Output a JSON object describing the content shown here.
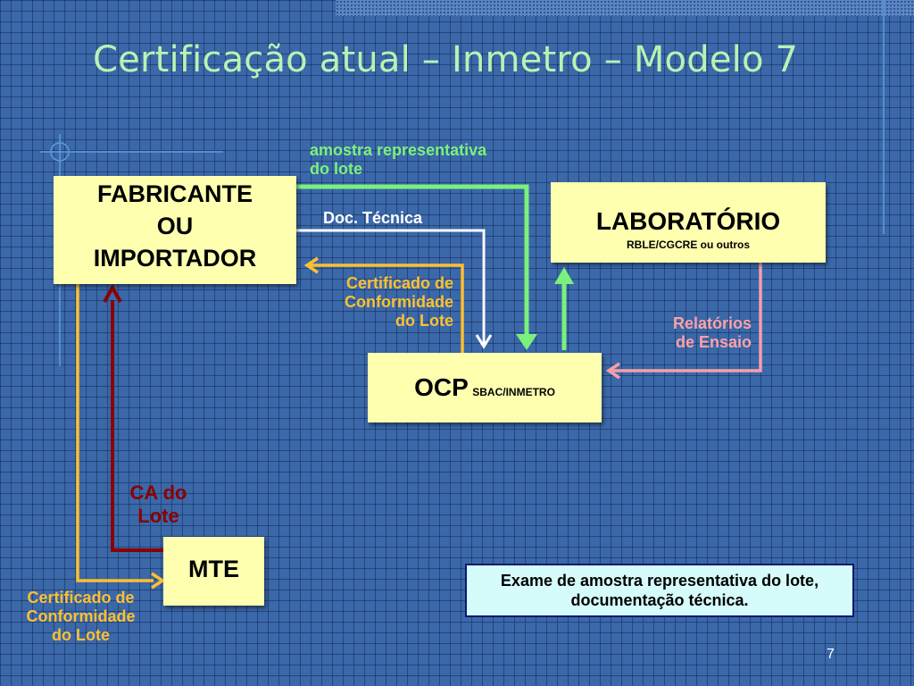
{
  "slide": {
    "title": "Certificação atual – Inmetro – Modelo 7",
    "page_number": "7"
  },
  "nodes": {
    "fabricante": {
      "line1": "FABRICANTE",
      "line2": "OU",
      "line3": "IMPORTADOR"
    },
    "laboratorio": {
      "title": "LABORATÓRIO",
      "subtitle": "RBLE/CGCRE ou outros"
    },
    "ocp": {
      "title": "OCP",
      "subtitle": "SBAC/INMETRO"
    },
    "mte": {
      "title": "MTE"
    }
  },
  "edges": {
    "amostra": {
      "line1": "amostra  representativa",
      "line2": "do lote"
    },
    "doc_tecnica": {
      "text": "Doc.  Técnica"
    },
    "certificado_ocp": {
      "line1": "Certificado de",
      "line2": "Conformidade",
      "line3": "do Lote"
    },
    "relatorios": {
      "line1": "Relatórios",
      "line2": "de Ensaio"
    },
    "ca_lote": {
      "line1": "CA do",
      "line2": "Lote"
    },
    "certificado_mte": {
      "line1": "Certificado de",
      "line2": "Conformidade",
      "line3": "do Lote"
    }
  },
  "note": {
    "text": "Exame de amostra representativa do lote, documentação técnica."
  },
  "colors": {
    "green": "#7cf07c",
    "white": "#ffffff",
    "orange": "#ffc030",
    "pink": "#f4a0a8",
    "dark_red": "#8b0000",
    "box_fill": "#ffffb0",
    "title": "#b9f2b4"
  }
}
